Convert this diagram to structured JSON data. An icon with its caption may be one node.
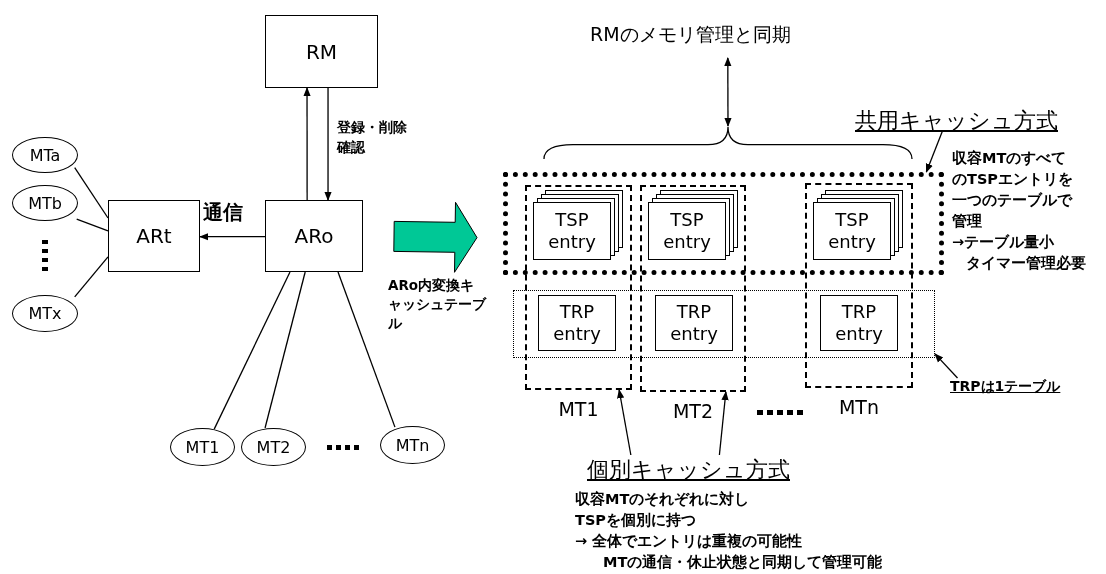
{
  "diagram": {
    "nodes": [
      {
        "text": [
          "RM"
        ]
      },
      {
        "text": [
          "RMのメモリ管理と同期"
        ]
      },
      {
        "text": [],
        "shape": "brace"
      },
      {
        "text": [
          "共用キャッシュ方式",
          "収容MTのすべてのTSPエントリを一つのテーブルで管理",
          "→テーブル量小",
          "タイマー管理必要"
        ]
      },
      {
        "text": [
          "MTa"
        ]
      },
      {
        "text": [
          "MTb"
        ]
      },
      {
        "text": [
          "MTx"
        ]
      },
      {
        "text": [
          "ARt"
        ]
      },
      {
        "text": [
          "ARo"
        ]
      },
      {
        "text": [],
        "shape": "box"
      },
      {
        "text": [
          "MT1"
        ]
      },
      {
        "text": [
          "TSP entry"
        ]
      },
      {
        "text": [
          "TRP entry"
        ]
      },
      {
        "text": [
          "MT2"
        ]
      },
      {
        "text": [
          "TSP entry"
        ]
      },
      {
        "text": [
          "TRP entry"
        ]
      },
      {
        "text": [
          "MTn"
        ]
      },
      {
        "text": [
          "TSP entry"
        ]
      },
      {
        "text": [
          "TRP entry"
        ]
      },
      {
        "text": [],
        "shape": "box"
      },
      {
        "text": [
          "TRPは1テーブル"
        ]
      },
      {
        "text": [
          "MT1"
        ]
      },
      {
        "text": [
          "MT2"
        ]
      },
      {
        "text": [
          "MTn"
        ]
      },
      {
        "text": [
          "個別キャッシュ方式",
          "収容MTのそれぞれに対しTSPを個別に持つ",
          "→ 全体でエントリは重複の可能性",
          "MTの通信・休止状態と同期して管理可能"
        ]
      }
    ],
    "edges": [
      {
        "from": 8,
        "to": 0,
        "arrow": "to"
      },
      {
        "from": 0,
        "to": 8,
        "arrow": "to",
        "label": "登録・削除確認"
      },
      {
        "from": 8,
        "to": 7,
        "arrow": "to",
        "label": "通信"
      },
      {
        "from": 4,
        "to": 7,
        "arrow": "none"
      },
      {
        "from": 5,
        "to": 7,
        "arrow": "none"
      },
      {
        "from": 6,
        "to": 7,
        "arrow": "none"
      },
      {
        "from": 8,
        "to": 21,
        "arrow": "none"
      },
      {
        "from": 8,
        "to": 22,
        "arrow": "none"
      },
      {
        "from": 8,
        "to": 23,
        "arrow": "none"
      },
      {
        "from": 1,
        "to": 2,
        "arrow": "both"
      },
      {
        "from": 3,
        "to": 9,
        "arrow": "to"
      },
      {
        "from": 24,
        "to": 10,
        "arrow": "to"
      },
      {
        "from": 24,
        "to": 13,
        "arrow": "to"
      },
      {
        "from": 20,
        "to": 19,
        "arrow": "to"
      },
      {
        "from": 8,
        "to": 9,
        "arrow": "to",
        "style": "thick",
        "color": "#00c896"
      }
    ],
    "labels": [
      "ARo内変換キャッシュテーブル"
    ]
  }
}
